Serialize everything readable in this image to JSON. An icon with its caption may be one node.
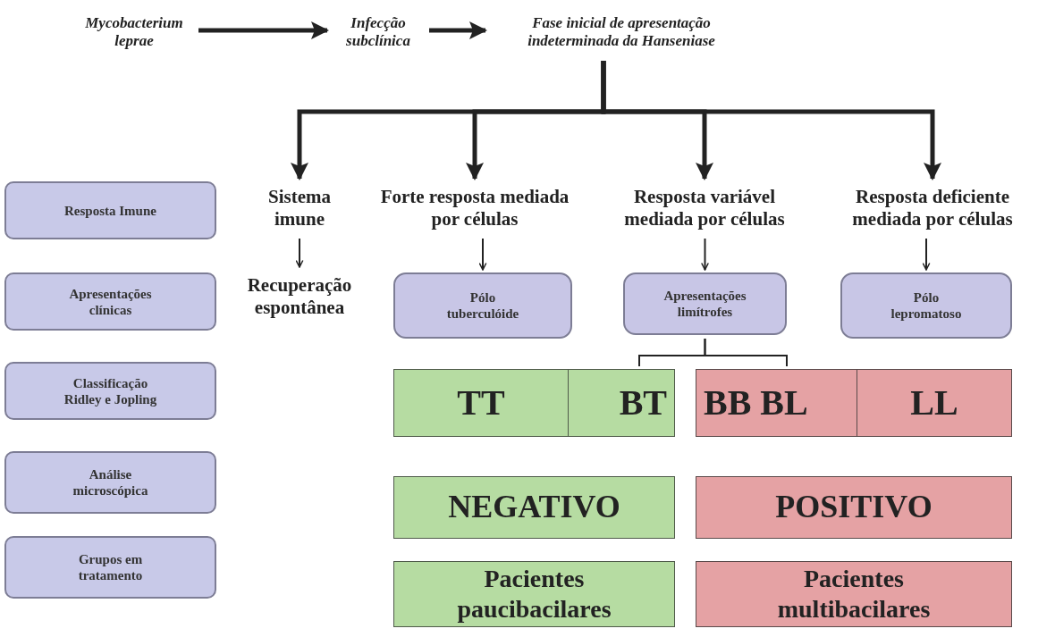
{
  "diagram": {
    "nodes": [
      {
        "text": [
          "Mycobacterium leprae"
        ]
      },
      {
        "text": [
          "Infecção subclínica"
        ]
      },
      {
        "text": [
          "Fase inicial de apresentação indeterminada da Hanseniase"
        ]
      },
      {
        "text": [
          "Resposta Imune"
        ]
      },
      {
        "text": [
          "Apresentações clínicas"
        ]
      },
      {
        "text": [
          "Classificação Ridley e Jopling"
        ]
      },
      {
        "text": [
          "Análise microscópica"
        ]
      },
      {
        "text": [
          "Grupos em tratamento"
        ]
      },
      {
        "text": [
          "Sistema imune"
        ]
      },
      {
        "text": [
          "Recuperação espontânea"
        ]
      },
      {
        "text": [
          "Forte resposta mediada por células"
        ]
      },
      {
        "text": [
          "Resposta variável mediada por células"
        ]
      },
      {
        "text": [
          "Resposta deficiente mediada por células"
        ]
      },
      {
        "text": [
          "Pólo tuberculóide"
        ]
      },
      {
        "text": [
          "Apresentações limítrofes"
        ]
      },
      {
        "text": [
          "Pólo lepromatoso"
        ]
      },
      {
        "text": [
          "TT"
        ]
      },
      {
        "text": [
          "BT"
        ]
      },
      {
        "text": [
          "BB BL"
        ]
      },
      {
        "text": [
          "LL"
        ]
      },
      {
        "text": [
          "NEGATIVO"
        ]
      },
      {
        "text": [
          "POSITIVO"
        ]
      },
      {
        "text": [
          "Pacientes paucibacilares"
        ]
      },
      {
        "text": [
          "Pacientes multibacilares"
        ]
      }
    ],
    "edges": [
      {
        "from": 0,
        "to": 1,
        "arrow": "to",
        "style": "thick"
      },
      {
        "from": 1,
        "to": 2,
        "arrow": "to",
        "style": "thick"
      },
      {
        "from": 2,
        "to": 8,
        "arrow": "to",
        "style": "thick"
      },
      {
        "from": 2,
        "to": 10,
        "arrow": "to",
        "style": "thick"
      },
      {
        "from": 2,
        "to": 11,
        "arrow": "to",
        "style": "thick"
      },
      {
        "from": 2,
        "to": 12,
        "arrow": "to",
        "style": "thick"
      },
      {
        "from": 8,
        "to": 9,
        "arrow": "to"
      },
      {
        "from": 10,
        "to": 13,
        "arrow": "to"
      },
      {
        "from": 11,
        "to": 14,
        "arrow": "to"
      },
      {
        "from": 12,
        "to": 15,
        "arrow": "to"
      },
      {
        "from": 14,
        "to": 17,
        "arrow": "none"
      },
      {
        "from": 14,
        "to": 18,
        "arrow": "none"
      }
    ]
  }
}
